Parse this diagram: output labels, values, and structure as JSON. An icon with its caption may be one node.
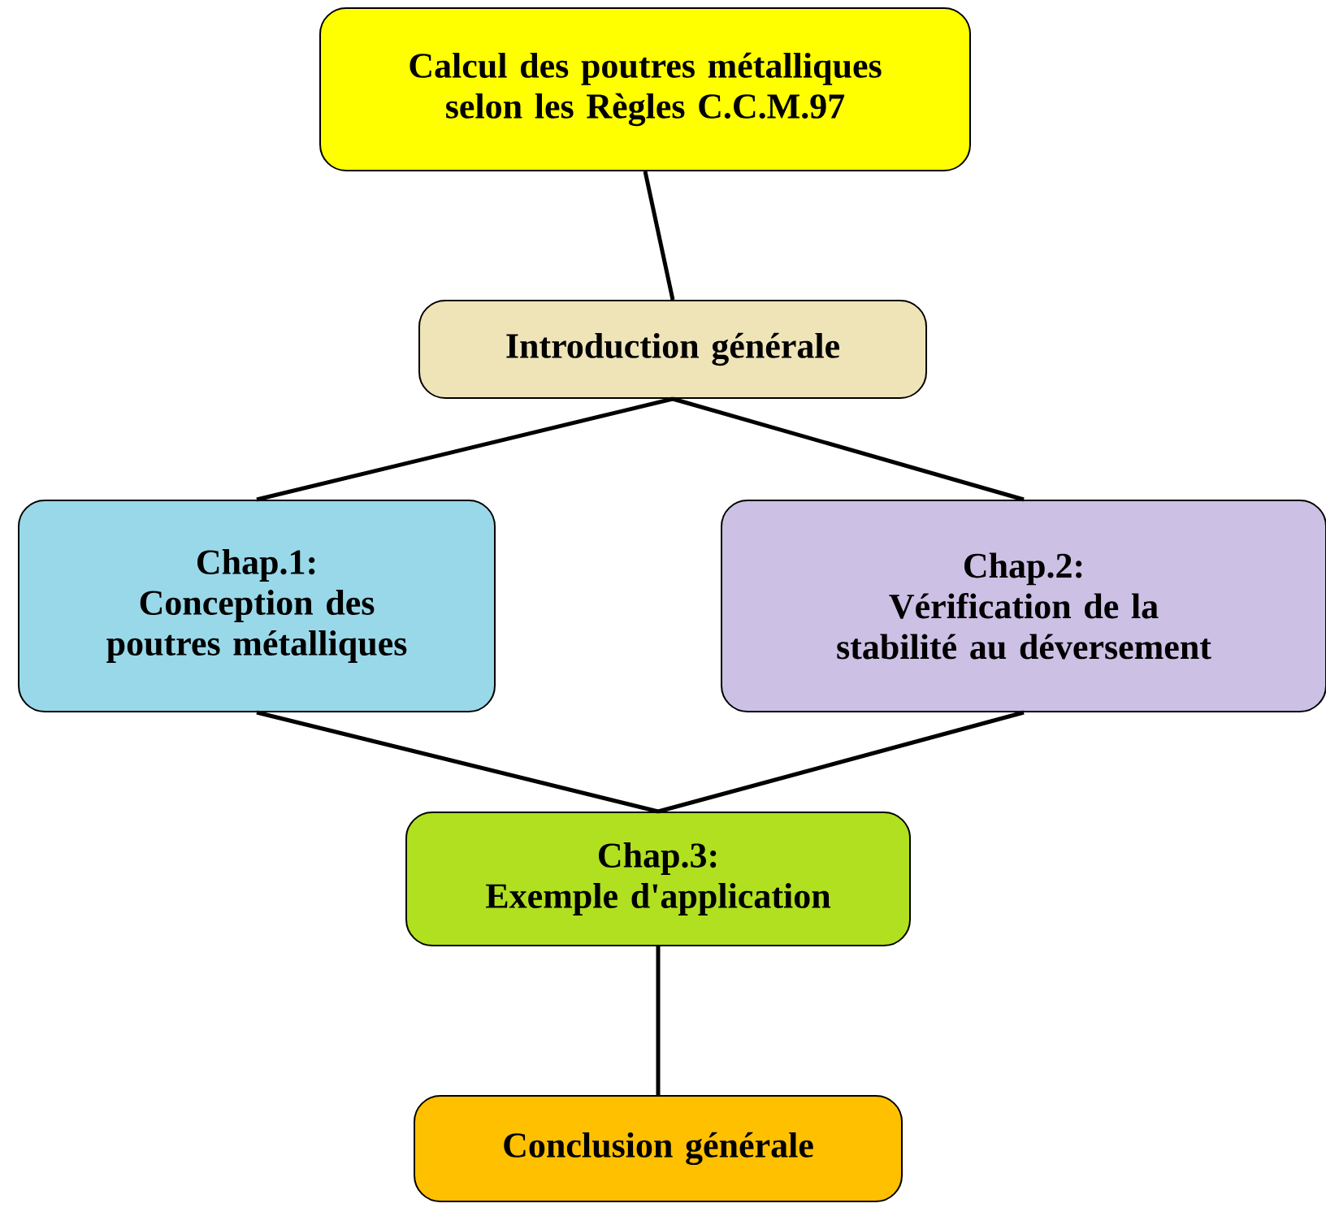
{
  "diagram": {
    "nodes": [
      {
        "text": [
          "Calcul des poutres métalliques selon les Règles C.C.M.97"
        ]
      },
      {
        "text": [
          "Introduction générale"
        ]
      },
      {
        "text": [
          "Chap.1:",
          "Conception des poutres métalliques"
        ]
      },
      {
        "text": [
          "Chap.2:",
          "Vérification de la stabilité au déversement"
        ]
      },
      {
        "text": [
          "Chap.3:",
          "Exemple d'application"
        ]
      },
      {
        "text": [
          "Conclusion générale"
        ]
      }
    ],
    "edges": [
      {
        "from": 0,
        "to": 1,
        "arrow": "none"
      },
      {
        "from": 1,
        "to": 2,
        "arrow": "none"
      },
      {
        "from": 1,
        "to": 3,
        "arrow": "none"
      },
      {
        "from": 2,
        "to": 4,
        "arrow": "none"
      },
      {
        "from": 3,
        "to": 4,
        "arrow": "none"
      },
      {
        "from": 4,
        "to": 5,
        "arrow": "none"
      }
    ]
  }
}
